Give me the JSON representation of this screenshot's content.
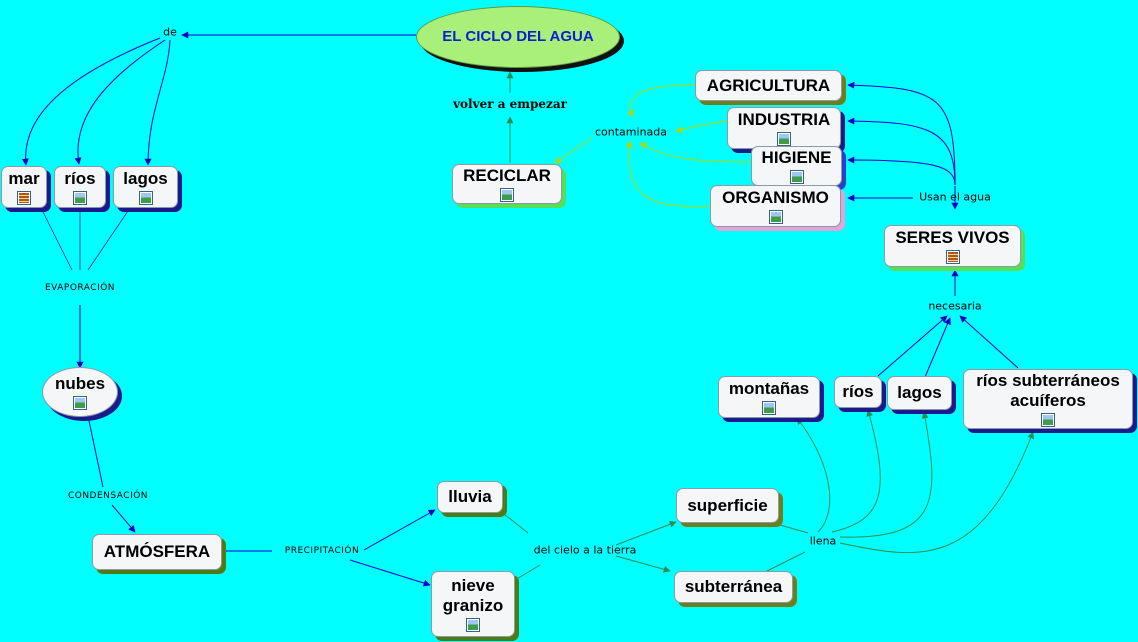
{
  "title": "EL CICLO DEL AGUA",
  "colors": {
    "background": "#00ffff",
    "title_fill": "#a8f07a",
    "title_text": "#1020d0",
    "link_blue": "#0000cc",
    "link_green": "#2e8b57",
    "link_yellow": "#b5d600"
  },
  "nodes": {
    "mar": "mar",
    "rios_left": "ríos",
    "lagos_left": "lagos",
    "nubes": "nubes",
    "atmosfera": "ATMÓSFERA",
    "lluvia": "lluvia",
    "nieve_granizo": "nieve granizo",
    "superficie": "superficie",
    "subterranea": "subterránea",
    "reciclar": "RECICLAR",
    "agricultura": "AGRICULTURA",
    "industria": "INDUSTRIA",
    "higiene": "HIGIENE",
    "organismo": "ORGANISMO",
    "seres_vivos": "SERES VIVOS",
    "montanas": "montañas",
    "rios_right": "ríos",
    "lagos_right": "lagos",
    "rios_subterraneos": "ríos subterráneos acuíferos"
  },
  "links": {
    "de": "de",
    "evaporacion": "EVAPORACIÓN",
    "condensacion": "CONDENSACIÓN",
    "precipitacion": "PRECIPITACIÓN",
    "del_cielo": "del cielo a la tierra",
    "llena": "llena",
    "necesaria": "necesaria",
    "usan_el_agua": "Usan el agua",
    "contaminada": "contaminada",
    "volver": "volver a empezar"
  },
  "icons": {
    "image_icon": "image-resource-icon",
    "document_icon": "document-resource-icon"
  }
}
